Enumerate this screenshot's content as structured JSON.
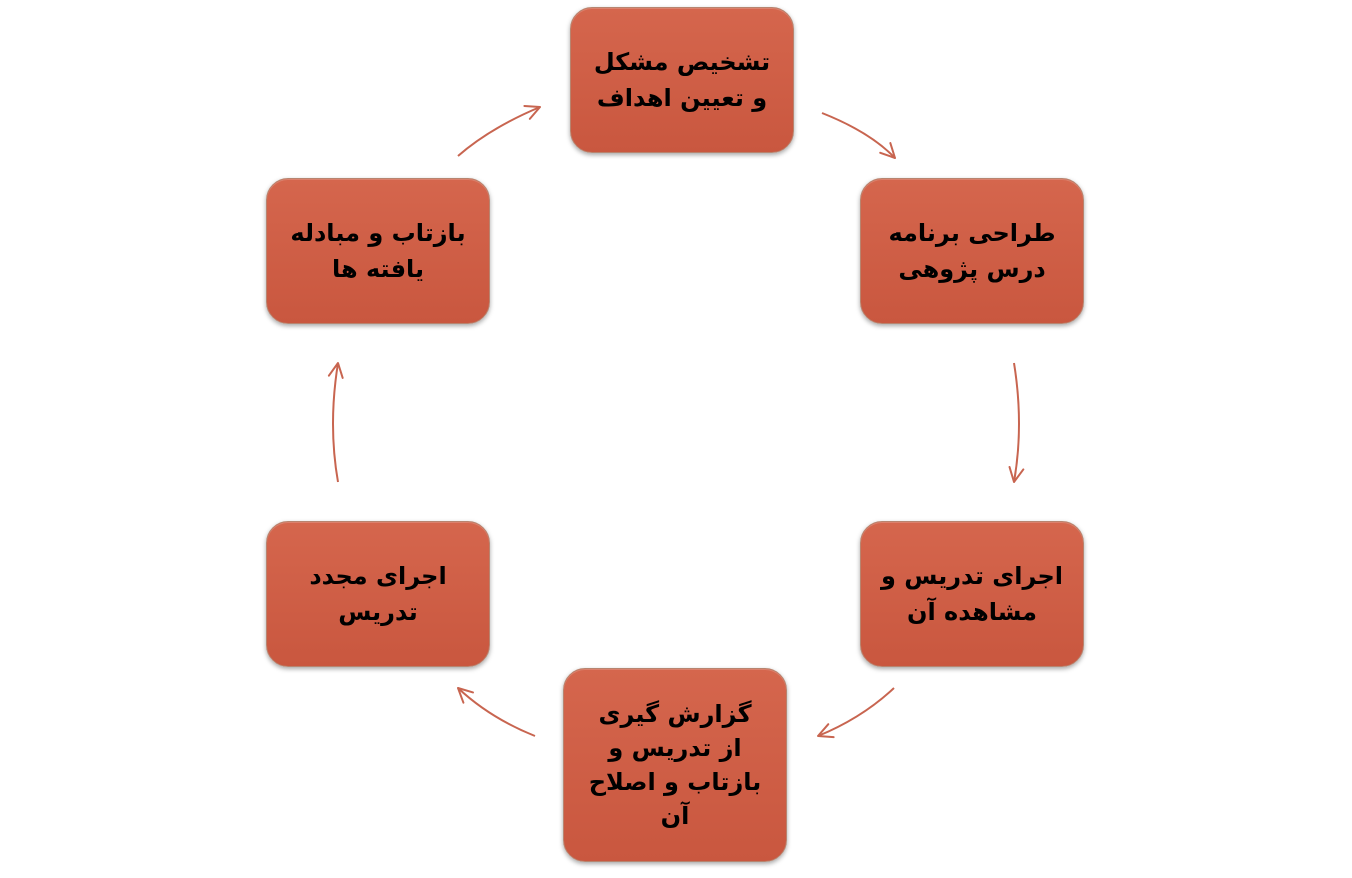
{
  "diagram": {
    "colors": {
      "node_fill": "#d0604a",
      "node_border": "#b8846f",
      "arrow": "#c86550",
      "text": "#000000"
    },
    "steps": [
      {
        "lines": [
          "تشخیص مشکل",
          "و تعیین اهداف"
        ]
      },
      {
        "lines": [
          "طراحی برنامه",
          "درس پژوهی"
        ]
      },
      {
        "lines": [
          "اجرای تدریس و",
          "مشاهده آن"
        ]
      },
      {
        "lines": [
          "گزارش گیری",
          "از تدریس و",
          "بازتاب و اصلاح",
          "آن"
        ]
      },
      {
        "lines": [
          "اجرای مجدد",
          "تدریس"
        ]
      },
      {
        "lines": [
          "بازتاب و مبادله",
          "یافته ها"
        ]
      }
    ]
  }
}
